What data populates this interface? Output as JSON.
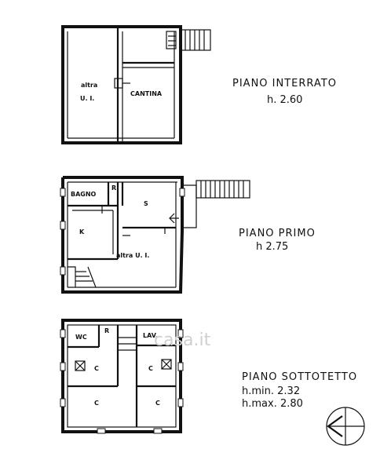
{
  "floors": [
    {
      "title": "PIANO INTERRATO",
      "heights": [
        "h. 2.60"
      ],
      "rooms": [
        "altra",
        "U. I.",
        "CANTINA"
      ]
    },
    {
      "title": "PIANO PRIMO",
      "heights": [
        "h 2.75"
      ],
      "rooms": [
        "BAGNO",
        "R",
        "S",
        "K",
        "altra U. I."
      ]
    },
    {
      "title": "PIANO SOTTOTETTO",
      "heights": [
        "h.min. 2.32",
        "h.max. 2.80"
      ],
      "rooms": [
        "WC",
        "R",
        "LAV.",
        "C",
        "C",
        "C",
        "C"
      ]
    }
  ],
  "watermark": "casa.it"
}
